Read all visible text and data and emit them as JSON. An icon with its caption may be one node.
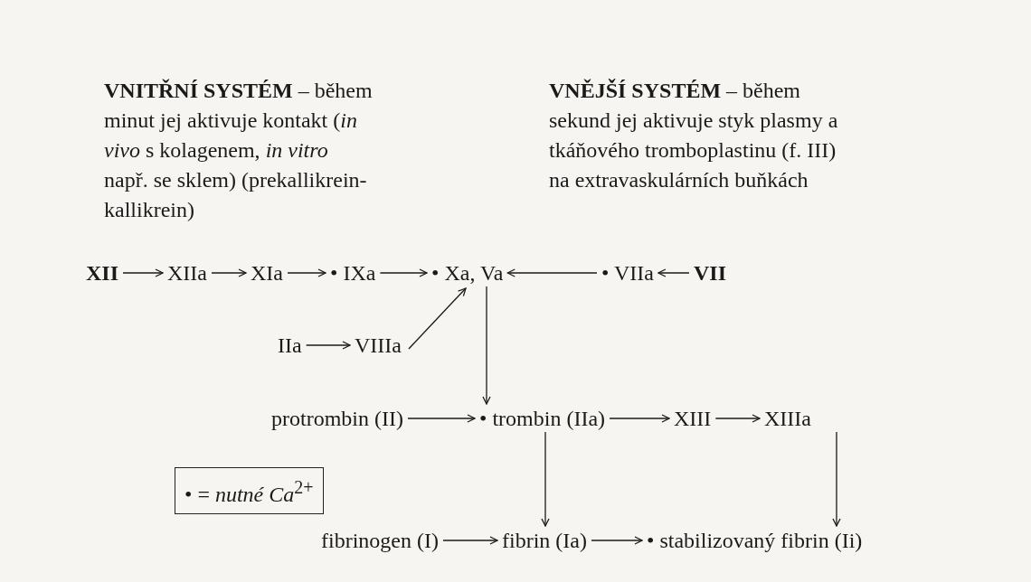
{
  "diagram": {
    "nodes": [
      {
        "text": [
          "XII"
        ]
      },
      {
        "text": [
          "XIIa"
        ]
      },
      {
        "text": [
          "XIa"
        ]
      },
      {
        "text": [
          "• IXa"
        ]
      },
      {
        "text": [
          "• Xa, Va"
        ]
      },
      {
        "text": [
          "• VIIa"
        ]
      },
      {
        "text": [
          "VII"
        ]
      },
      {
        "text": [
          "IIa"
        ]
      },
      {
        "text": [
          "VIIIa"
        ]
      },
      {
        "text": [
          "protrombin (II)"
        ]
      },
      {
        "text": [
          "• trombin (IIa)"
        ]
      },
      {
        "text": [
          "XIII"
        ]
      },
      {
        "text": [
          "XIIIa"
        ]
      },
      {
        "text": [
          "fibrinogen (I)"
        ]
      },
      {
        "text": [
          "fibrin (Ia)"
        ]
      },
      {
        "text": [
          "• stabilizovaný fibrin (Ii)"
        ]
      },
      {
        "text": [
          "• = *nutné Ca*$^{2+}$"
        ]
      }
    ],
    "edges": [
      {
        "from": 0,
        "to": 1,
        "arrow": "to"
      },
      {
        "from": 1,
        "to": 2,
        "arrow": "to"
      },
      {
        "from": 2,
        "to": 3,
        "arrow": "to"
      },
      {
        "from": 3,
        "to": 4,
        "arrow": "to"
      },
      {
        "from": 5,
        "to": 4,
        "arrow": "to"
      },
      {
        "from": 6,
        "to": 5,
        "arrow": "to"
      },
      {
        "from": 7,
        "to": 8,
        "arrow": "to"
      },
      {
        "from": 8,
        "to": 4,
        "arrow": "to"
      },
      {
        "from": 4,
        "to": 10,
        "arrow": "to"
      },
      {
        "from": 9,
        "to": 10,
        "arrow": "to"
      },
      {
        "from": 10,
        "to": 11,
        "arrow": "to"
      },
      {
        "from": 11,
        "to": 12,
        "arrow": "to"
      },
      {
        "from": 10,
        "to": 14,
        "arrow": "to"
      },
      {
        "from": 12,
        "to": 15,
        "arrow": "to"
      },
      {
        "from": 13,
        "to": 14,
        "arrow": "to"
      },
      {
        "from": 14,
        "to": 15,
        "arrow": "to"
      }
    ],
    "labels": [
      "**VNITŘNÍ SYSTÉM** – během minut jej aktivuje kontakt (*in vivo* s kolagenem, *in vitro* např. se sklem) (prekallikrein-kallikrein)",
      "**VNĚJŠÍ SYSTÉM** – během sekund jej aktivuje styk plasmy a tkáňového tromboplastinu (f. III) na extravaskulárních buňkách"
    ]
  }
}
